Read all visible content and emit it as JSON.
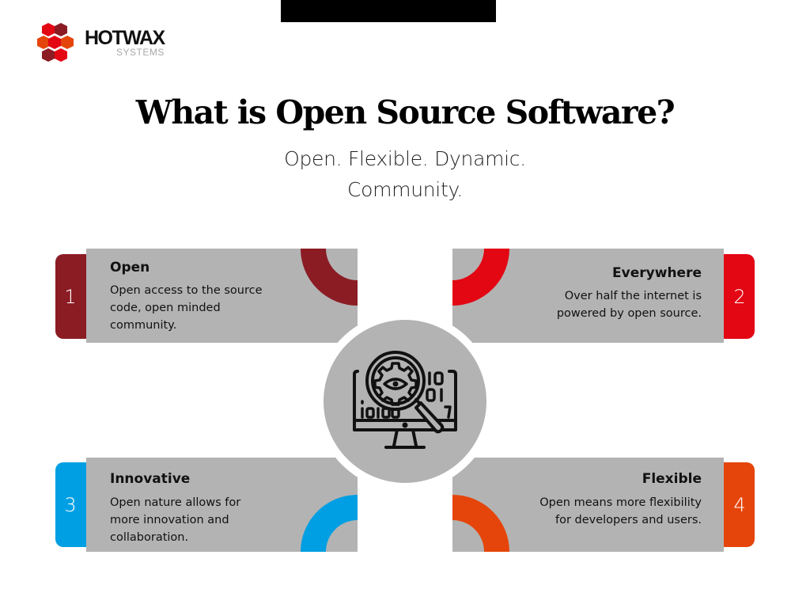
{
  "brand": {
    "name": "HOTWAX",
    "tagline": "SYSTEMS",
    "hex_colors": [
      "#e30613",
      "#8b1c24",
      "#e5450a",
      "#c8102e"
    ]
  },
  "header": {
    "title": "What is Open Source Software?",
    "subtitle_line1": "Open. Flexible. Dynamic.",
    "subtitle_line2": "Community."
  },
  "center": {
    "icon": "monitor-magnifier-gear-binary-icon"
  },
  "cards": [
    {
      "number": "1",
      "heading": "Open",
      "lines": [
        "Open access to the source",
        "code, open minded",
        "community."
      ],
      "color": "#8b1c24",
      "side": "left"
    },
    {
      "number": "2",
      "heading": "Everywhere",
      "lines": [
        "Over half the internet is",
        "powered by open source."
      ],
      "color": "#e30613",
      "side": "right"
    },
    {
      "number": "3",
      "heading": "Innovative",
      "lines": [
        "Open nature allows for",
        "more innovation and",
        "collaboration."
      ],
      "color": "#009fe3",
      "side": "left"
    },
    {
      "number": "4",
      "heading": "Flexible",
      "lines": [
        "Open means more flexibility",
        "for developers and users."
      ],
      "color": "#e5450a",
      "side": "right"
    }
  ],
  "colors": {
    "card_bg": "#b3b3b3",
    "background": "#ffffff",
    "text": "#111111"
  }
}
